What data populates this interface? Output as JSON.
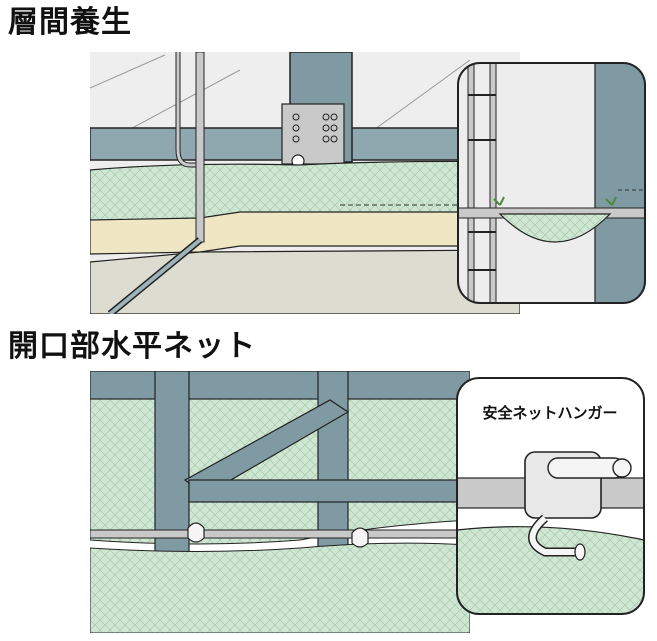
{
  "sections": [
    {
      "title": "層間養生"
    },
    {
      "title": "開口部水平ネット",
      "callout_label": "安全ネットハンガー"
    }
  ],
  "colors": {
    "steel": "#7f9aa3",
    "steel_dark": "#5d7780",
    "net": "#cfe6d3",
    "plank": "#efe7c4",
    "background_gray": "#e8e8e8",
    "outline": "#222222"
  },
  "icons": [
    "safety-net-hanger-icon"
  ]
}
